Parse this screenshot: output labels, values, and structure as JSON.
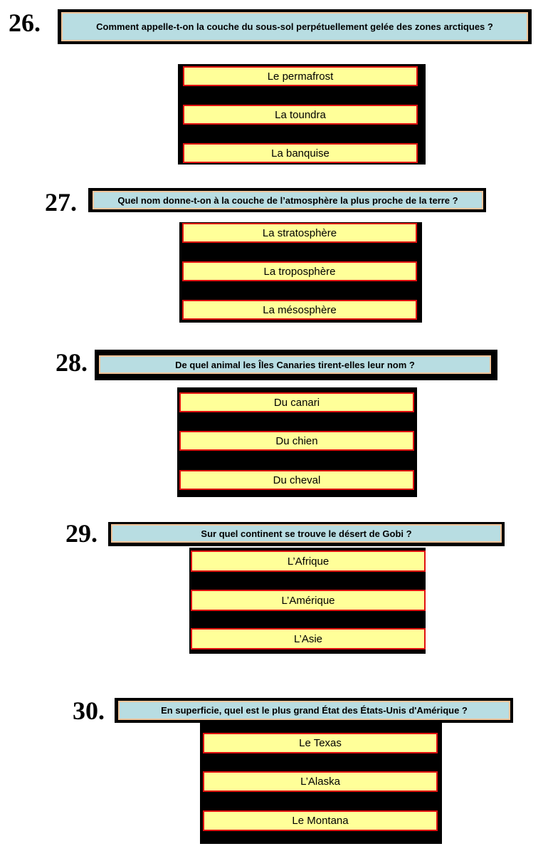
{
  "questions": [
    {
      "number": "26.",
      "text": "Comment appelle-t-on la couche du sous-sol perpétuellement gelée des zones arctiques ?",
      "answers": [
        "Le permafrost",
        "La toundra",
        "La banquise"
      ]
    },
    {
      "number": "27.",
      "text": "Quel nom donne-t-on à la couche de l’atmosphère la plus proche de la terre ?",
      "answers": [
        "La stratosphère",
        "La troposphère",
        "La mésosphère"
      ]
    },
    {
      "number": "28.",
      "text": "De quel animal les Îles Canaries tirent-elles leur nom ?",
      "answers": [
        "Du canari",
        "Du chien",
        "Du cheval"
      ]
    },
    {
      "number": "29.",
      "text": "Sur quel continent se trouve le désert de Gobi ?",
      "answers": [
        "L’Afrique",
        "L’Amérique",
        "L’Asie"
      ]
    },
    {
      "number": "30.",
      "text": "En superficie, quel est le plus grand État des États-Unis d'Amérique ?",
      "answers": [
        "Le Texas",
        "L’Alaska",
        "Le Montana"
      ]
    }
  ],
  "colors": {
    "question_bg": "#b8dde2",
    "question_border": "#f0c49a",
    "answer_bg": "#ffff99",
    "answer_border": "#e01010",
    "frame": "#000000"
  }
}
